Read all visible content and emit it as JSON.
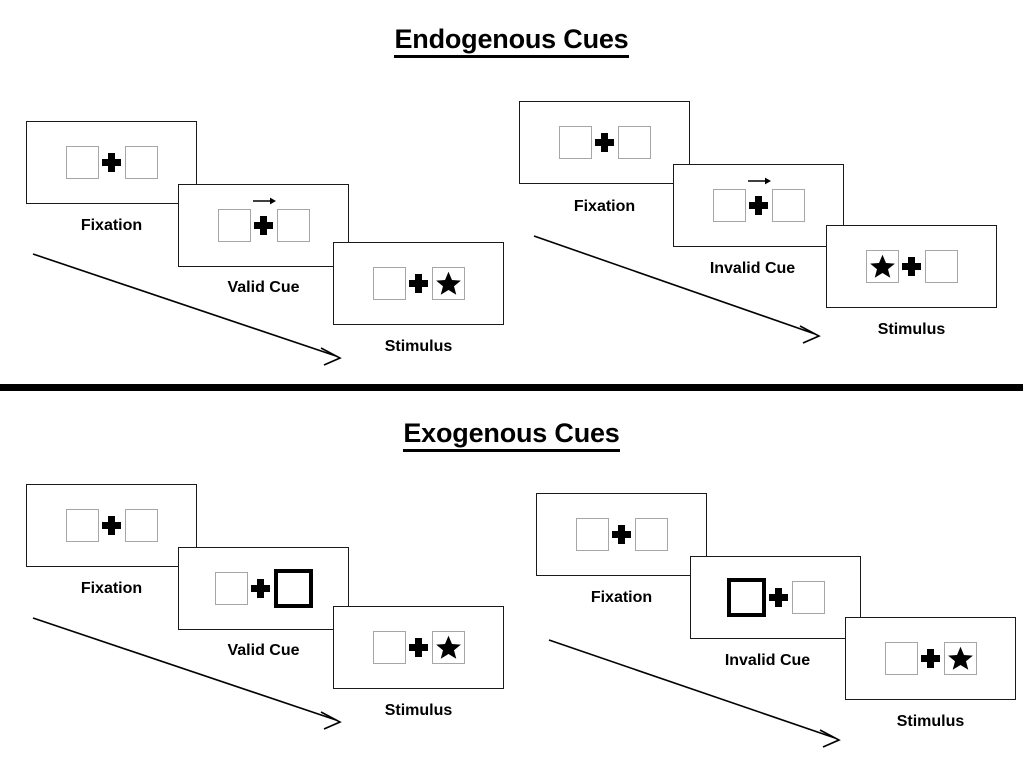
{
  "figure": {
    "background": "#ffffff",
    "panel_border_color": "#1a1a1a",
    "box_border_color": "#a6a6a6",
    "highlight_color": "#000000",
    "divider_color": "#000000"
  },
  "sections": [
    {
      "id": "endogenous",
      "title": "Endogenous Cues",
      "conditions": [
        {
          "id": "endogenous-valid",
          "steps": [
            {
              "label": "Fixation",
              "left_box": "empty",
              "right_box": "empty",
              "cue": "none",
              "cross": "plus"
            },
            {
              "label": "Valid Cue",
              "left_box": "empty",
              "right_box": "empty",
              "cue": "arrow-right",
              "cross": "plus"
            },
            {
              "label": "Stimulus",
              "left_box": "empty",
              "right_box": "star",
              "cue": "none",
              "cross": "plus"
            }
          ]
        },
        {
          "id": "endogenous-invalid",
          "steps": [
            {
              "label": "Fixation",
              "left_box": "empty",
              "right_box": "empty",
              "cue": "none",
              "cross": "plus"
            },
            {
              "label": "Invalid Cue",
              "left_box": "empty",
              "right_box": "empty",
              "cue": "arrow-right",
              "cross": "plus"
            },
            {
              "label": "Stimulus",
              "left_box": "star",
              "right_box": "empty",
              "cue": "none",
              "cross": "plus"
            }
          ]
        }
      ]
    },
    {
      "id": "exogenous",
      "title": "Exogenous Cues",
      "conditions": [
        {
          "id": "exogenous-valid",
          "steps": [
            {
              "label": "Fixation",
              "left_box": "empty",
              "right_box": "empty",
              "cue": "none",
              "cross": "plus"
            },
            {
              "label": "Valid Cue",
              "left_box": "empty",
              "right_box": "highlight",
              "cue": "none",
              "cross": "plus"
            },
            {
              "label": "Stimulus",
              "left_box": "empty",
              "right_box": "star",
              "cue": "none",
              "cross": "plus"
            }
          ]
        },
        {
          "id": "exogenous-invalid",
          "steps": [
            {
              "label": "Fixation",
              "left_box": "empty",
              "right_box": "empty",
              "cue": "none",
              "cross": "plus"
            },
            {
              "label": "Invalid Cue",
              "left_box": "highlight",
              "right_box": "empty",
              "cue": "none",
              "cross": "plus"
            },
            {
              "label": "Stimulus",
              "left_box": "empty",
              "right_box": "star",
              "cue": "none",
              "cross": "plus"
            }
          ]
        }
      ]
    }
  ],
  "icons": {
    "cue_arrow": "arrow-right-icon",
    "fixation_cross": "plus-icon",
    "stimulus": "star-icon",
    "flow": "time-flow-arrow-icon"
  }
}
